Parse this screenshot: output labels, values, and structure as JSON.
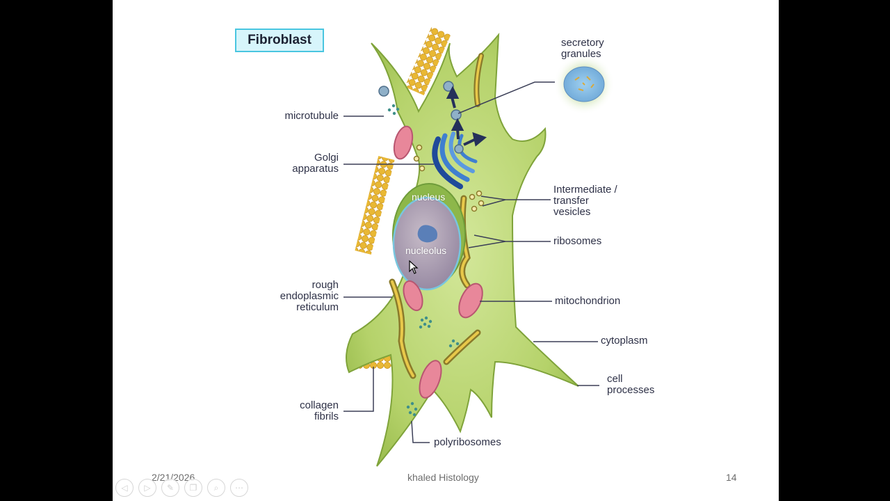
{
  "slide": {
    "title": "Fibroblast",
    "footer_date": "2/21/2026",
    "footer_center": "khaled Histology",
    "footer_page": "14"
  },
  "labels": {
    "microtubule": "microtubule",
    "golgi": "Golgi\napparatus",
    "rough_er": "rough\nendoplasmic\nreticulum",
    "collagen": "collagen\nfibrils",
    "polyribosomes": "polyribosomes",
    "secretory": "secretory\ngranules",
    "vesicles": "Intermediate /\ntransfer\nvesicles",
    "ribosomes": "ribosomes",
    "mitochondrion": "mitochondrion",
    "cytoplasm": "cytoplasm",
    "cell_processes": "cell\nprocesses",
    "nucleus": "nucleus",
    "nucleolus": "nucleolus"
  },
  "controls": {
    "icons": [
      "previous-icon",
      "next-icon",
      "pen-icon",
      "slides-icon",
      "zoom-icon",
      "more-icon"
    ],
    "glyphs": [
      "◁",
      "▷",
      "✎",
      "❐",
      "⌕",
      "⋯"
    ]
  },
  "colors": {
    "cytoplasm": "#b9d66f",
    "nucleus": "#a99aaa",
    "golgi": "#3f7fd0",
    "mitochondrion": "#e8879a",
    "collagen": "#e6b630",
    "title_border": "#49c6e0",
    "leader": "#3b3f57"
  }
}
